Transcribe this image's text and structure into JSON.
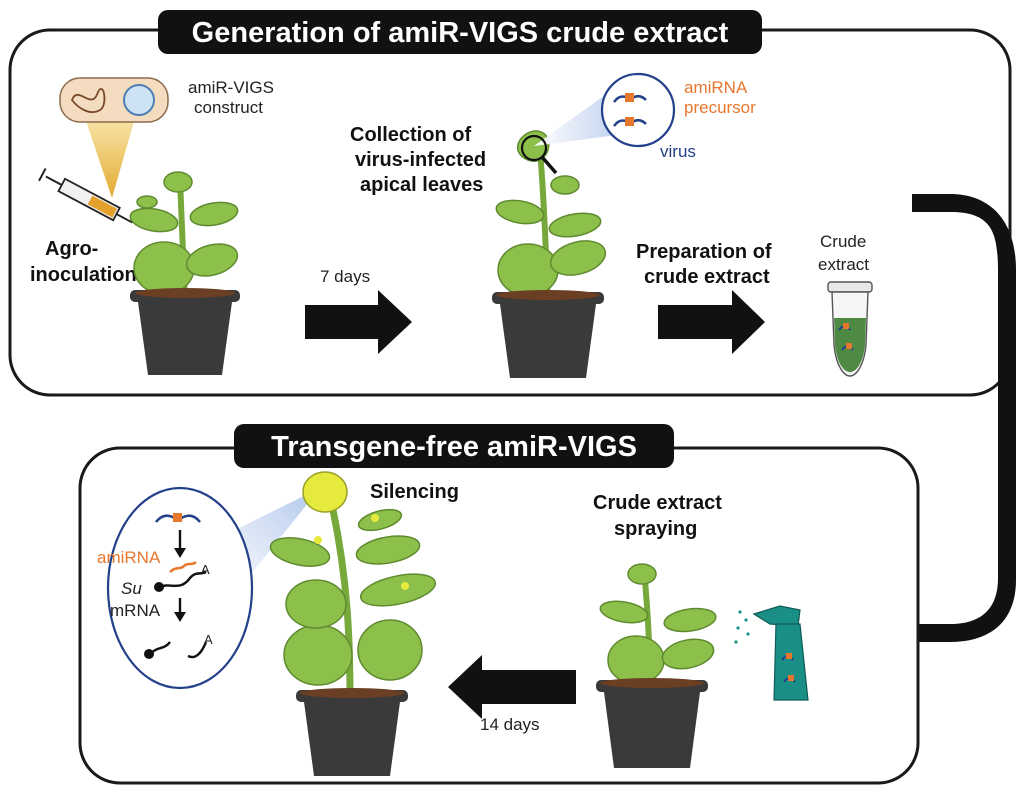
{
  "top_panel": {
    "title": "Generation of amiR-VIGS crude extract",
    "construct_label_1": "amiR-VIGS",
    "construct_label_2": "construct",
    "agro_label_1": "Agro-",
    "agro_label_2": "inoculation",
    "days_label": "7 days",
    "collection_label_1": "Collection of",
    "collection_label_2": "virus-infected",
    "collection_label_3": "apical leaves",
    "amirna_precursor_1": "amiRNA",
    "amirna_precursor_2": "precursor",
    "virus_label": "virus",
    "preparation_label_1": "Preparation of",
    "preparation_label_2": "crude extract",
    "crude_label_1": "Crude",
    "crude_label_2": "extract"
  },
  "bottom_panel": {
    "title": "Transgene-free amiR-VIGS",
    "silencing_label": "Silencing",
    "amirna_label": "amiRNA",
    "su_label": "Su",
    "mrna_label": "mRNA",
    "polyA_label_1": "A",
    "polyA_label_2": "A",
    "spraying_label_1": "Crude extract",
    "spraying_label_2": "spraying",
    "days_label": "14 days"
  },
  "colors": {
    "panel_border": "#1a1a1a",
    "title_fill": "#111111",
    "leaf": "#8dbf4b",
    "leaf_dark": "#5f8a30",
    "stem": "#76a83a",
    "pot": "#3a3a3a",
    "soil": "#6b3f24",
    "amirna_orange": "#e8772e",
    "virus_blue": "#23418a",
    "yellow_leaf": "#e6ea3c",
    "spray_teal": "#1a8f86"
  }
}
